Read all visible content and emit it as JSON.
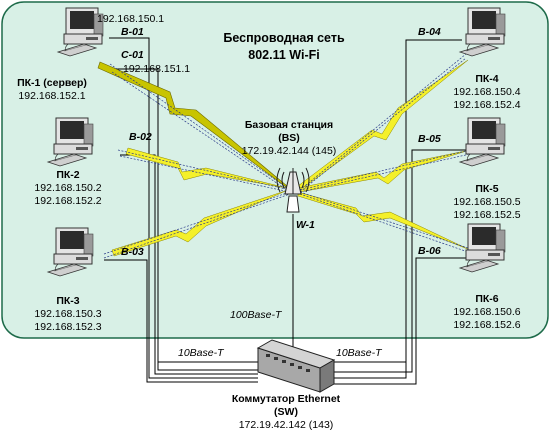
{
  "title": {
    "line1": "Беспроводная сеть",
    "line2": "802.11 Wi-Fi"
  },
  "base_station": {
    "label1": "Базовая станция",
    "label2": "(BS)",
    "ip": "172.19.42.144 (145)",
    "antenna_label": "W-1"
  },
  "switch": {
    "label1": "Коммутатор Ethernet",
    "label2": "(SW)",
    "ip": "172.19.42.142 (143)"
  },
  "cables": {
    "main": "100Base-T",
    "left": "10Base-T",
    "right": "10Base-T"
  },
  "links": {
    "b01": "B-01",
    "c01": "C-01",
    "b02": "B-02",
    "b03": "B-03",
    "b04": "B-04",
    "b05": "B-05",
    "b06": "B-06"
  },
  "pcs": {
    "pc1": {
      "name": "ПК-1 (сервер)",
      "ip_top1": "192.168.150.1",
      "ip_top2": "192.168.151.1",
      "ip": "192.168.152.1"
    },
    "pc2": {
      "name": "ПК-2",
      "ip1": "192.168.150.2",
      "ip2": "192.168.152.2"
    },
    "pc3": {
      "name": "ПК-3",
      "ip1": "192.168.150.3",
      "ip2": "192.168.152.3"
    },
    "pc4": {
      "name": "ПК-4",
      "ip1": "192.168.150.4",
      "ip2": "192.168.152.4"
    },
    "pc5": {
      "name": "ПК-5",
      "ip1": "192.168.150.5",
      "ip2": "192.168.152.5"
    },
    "pc6": {
      "name": "ПК-6",
      "ip1": "192.168.150.6",
      "ip2": "192.168.152.6"
    }
  },
  "colors": {
    "background": "#d8f0e6",
    "border": "#1e6b4a",
    "lightning": "#f4f02a",
    "lightning_server": "#c8c400",
    "cable": "#000000"
  }
}
